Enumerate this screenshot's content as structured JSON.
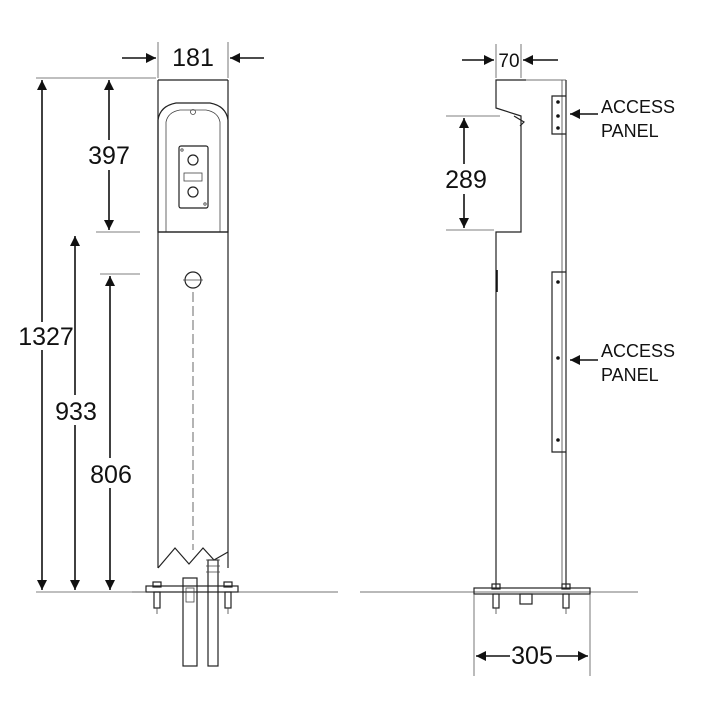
{
  "front_view": {
    "dims": {
      "width": "181",
      "overall_height": "1327",
      "head_height": "397",
      "height_933": "933",
      "height_806": "806"
    }
  },
  "side_view": {
    "dims": {
      "depth": "70",
      "recess": "289",
      "base": "305"
    },
    "labels": {
      "access_panel_upper_line1": "ACCESS",
      "access_panel_upper_line2": "PANEL",
      "access_panel_lower_line1": "ACCESS",
      "access_panel_lower_line2": "PANEL"
    }
  }
}
